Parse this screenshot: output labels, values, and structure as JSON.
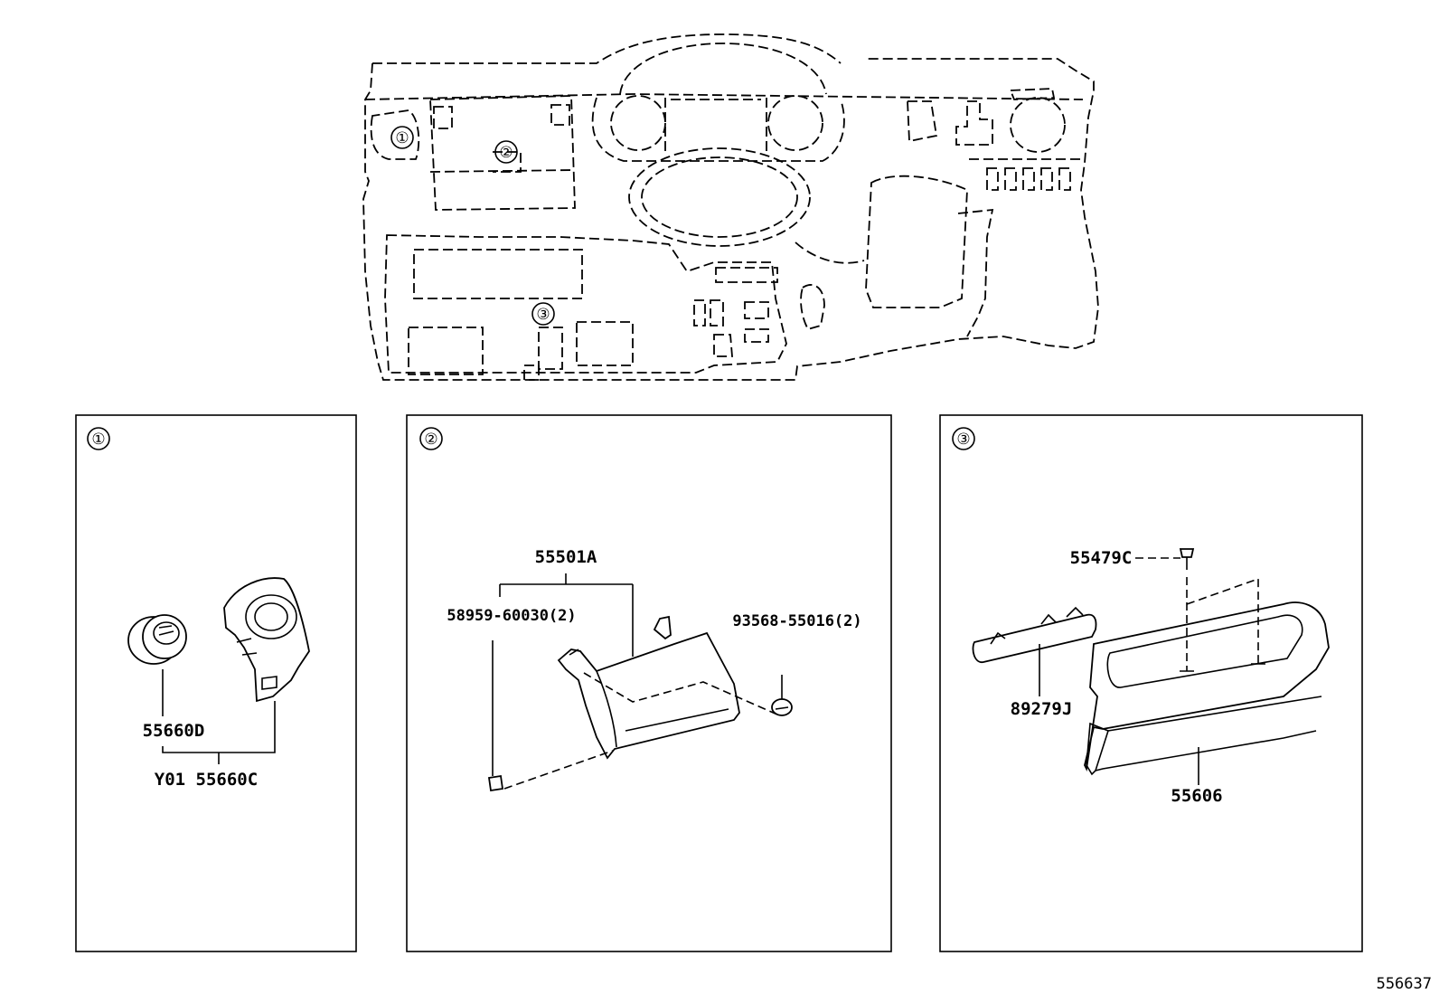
{
  "overview": {
    "callouts": [
      "①",
      "②",
      "③"
    ]
  },
  "panels": [
    {
      "marker": "①",
      "parts": [
        "55660D",
        "Y01 55660C"
      ]
    },
    {
      "marker": "②",
      "parts": [
        "55501A",
        "58959-60030(2)",
        "93568-55016(2)"
      ]
    },
    {
      "marker": "③",
      "parts": [
        "55479C",
        "89279J",
        "55606"
      ]
    }
  ],
  "figure_ref": "556637"
}
